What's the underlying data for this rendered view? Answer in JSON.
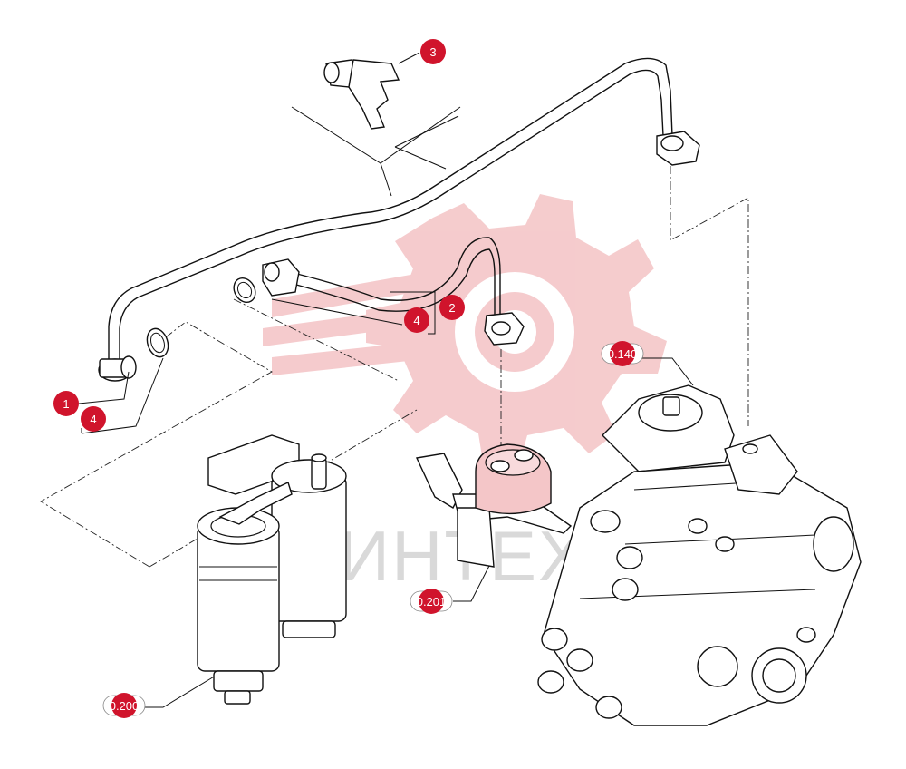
{
  "diagram": {
    "watermark": "ИНТЕХ",
    "accent_color": "#d0142c",
    "watermark_color": "#f4c6c8",
    "callouts": [
      "3",
      "2",
      "4",
      "1",
      "4"
    ],
    "references": [
      "0.140",
      "0.201",
      "0.200"
    ]
  }
}
